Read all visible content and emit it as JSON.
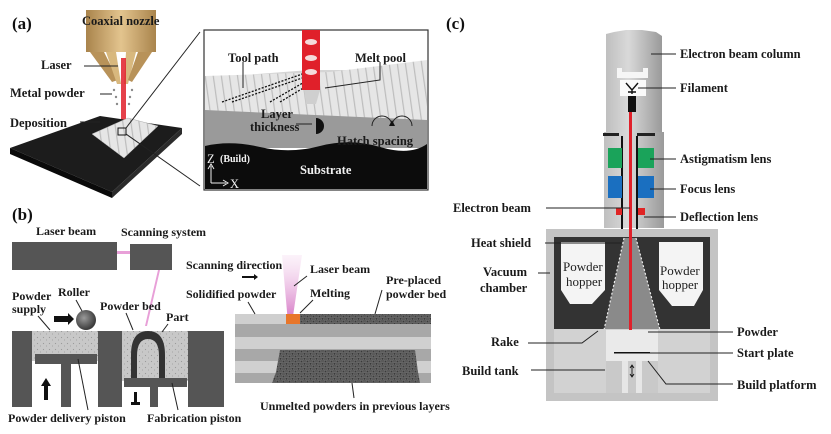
{
  "figure": {
    "panels": [
      {
        "id": "a",
        "tag": "(a)",
        "title": "Directed energy deposition",
        "labels": {
          "coaxial_nozzle": "Coaxial nozzle",
          "laser": "Laser",
          "metal_powder": "Metal powder",
          "deposition": "Deposition",
          "tool_path": "Tool path",
          "melt_pool": "Melt pool",
          "layer_thickness_1": "Layer",
          "layer_thickness_2": "thickness",
          "hatch_spacing": "Hatch spacing",
          "axis_z": "Z",
          "axis_build": "(Build)",
          "axis_x": "X",
          "substrate": "Substrate"
        }
      },
      {
        "id": "b",
        "tag": "(b)",
        "title": "Powder bed fusion",
        "labels": {
          "laser_beam": "Laser beam",
          "scanning_system": "Scanning system",
          "powder_supply_1": "Powder",
          "powder_supply_2": "supply",
          "roller": "Roller",
          "powder_bed": "Powder bed",
          "part": "Part",
          "powder_delivery_piston": "Powder delivery piston",
          "fabrication_piston": "Fabrication piston",
          "scanning_direction": "Scanning direction",
          "laser_beam_2": "Laser beam",
          "solidified_powder": "Solidified powder",
          "melting": "Melting",
          "preplaced_1": "Pre-placed",
          "preplaced_2": "powder bed",
          "unmelted": "Unmelted powders in previous layers"
        }
      },
      {
        "id": "c",
        "tag": "(c)",
        "title": "Electron beam melting",
        "labels": {
          "electron_beam_column": "Electron beam column",
          "filament": "Filament",
          "astigmatism_lens": "Astigmatism lens",
          "focus_lens": "Focus lens",
          "electron_beam": "Electron beam",
          "deflection_lens": "Deflection lens",
          "heat_shield": "Heat shield",
          "vacuum_chamber_1": "Vacuum",
          "vacuum_chamber_2": "chamber",
          "powder_hopper_1": "Powder",
          "powder_hopper_2": "hopper",
          "powder": "Powder",
          "rake": "Rake",
          "start_plate": "Start plate",
          "build_tank": "Build tank",
          "build_platform": "Build platform"
        }
      }
    ],
    "colors": {
      "laser_red": "#e0202a",
      "beam_pink": "#e8a0d8",
      "astigmatism_green": "#1aa35a",
      "focus_blue": "#1a6fc0",
      "deflection_red": "#e02424",
      "nozzle_gold": "#c9a468",
      "melt_orange": "#e8762a"
    }
  }
}
